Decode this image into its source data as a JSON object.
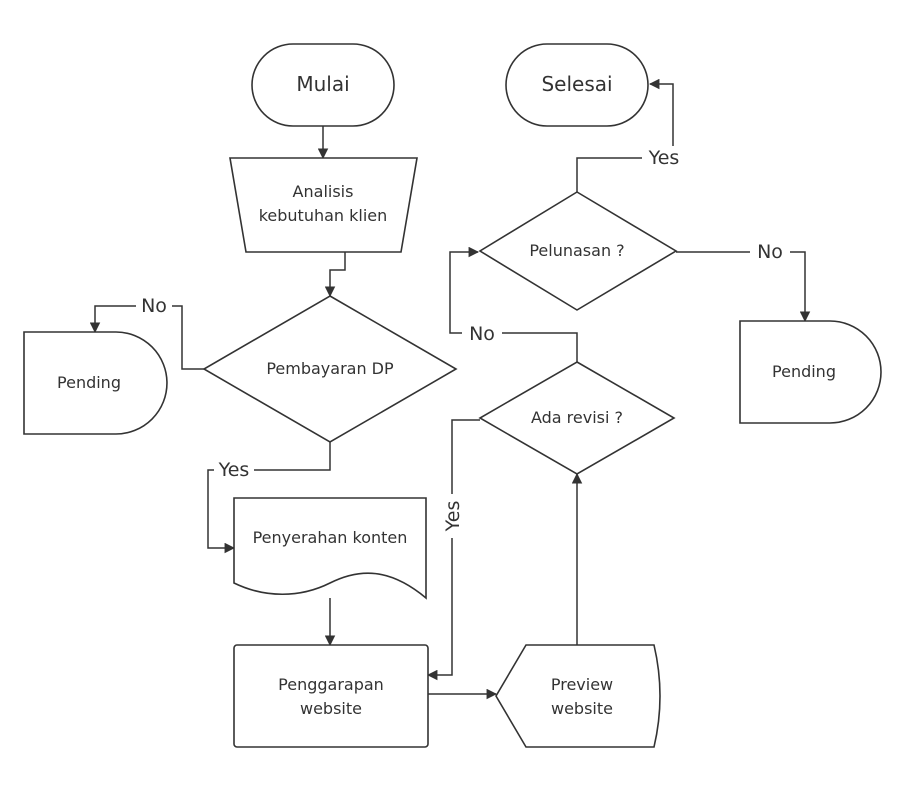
{
  "nodes": {
    "start": "Mulai",
    "end": "Selesai",
    "analysis": [
      "Analisis",
      "kebutuhan klien"
    ],
    "payment_dp": "Pembayaran DP",
    "pending_left": "Pending",
    "content_handover": "Penyerahan konten",
    "development": [
      "Penggarapan",
      "website"
    ],
    "preview": [
      "Preview",
      "website"
    ],
    "revision": "Ada revisi ?",
    "settlement": "Pelunasan ?",
    "pending_right": "Pending"
  },
  "edges": {
    "dp_no": "No",
    "dp_yes": "Yes",
    "revision_yes": "Yes",
    "revision_no": "No",
    "settlement_yes": "Yes",
    "settlement_no": "No"
  }
}
